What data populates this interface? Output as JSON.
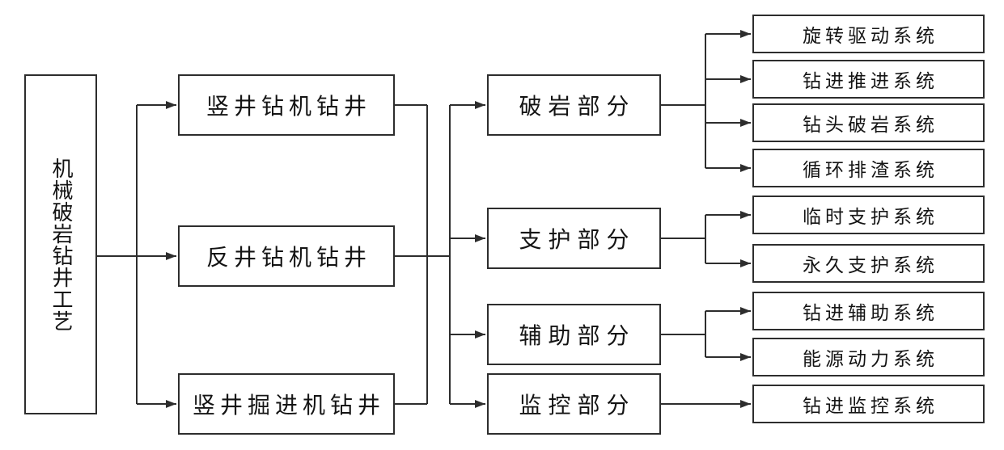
{
  "colors": {
    "line": "#2d2d2d",
    "text": "#141414",
    "bg": "#ffffff"
  },
  "diagram": {
    "type": "flowchart",
    "root": {
      "label": "机械破岩钻井工艺"
    },
    "methods": [
      {
        "label": "竖井钻机钻井"
      },
      {
        "label": "反井钻机钻井"
      },
      {
        "label": "竖井掘进机钻井"
      }
    ],
    "sections": [
      {
        "label": "破岩部分"
      },
      {
        "label": "支护部分"
      },
      {
        "label": "辅助部分"
      },
      {
        "label": "监控部分"
      }
    ],
    "systems": [
      {
        "label": "旋转驱动系统"
      },
      {
        "label": "钻进推进系统"
      },
      {
        "label": "钻头破岩系统"
      },
      {
        "label": "循环排渣系统"
      },
      {
        "label": "临时支护系统"
      },
      {
        "label": "永久支护系统"
      },
      {
        "label": "钻进辅助系统"
      },
      {
        "label": "能源动力系统"
      },
      {
        "label": "钻进监控系统"
      }
    ],
    "hierarchy": {
      "root_to": [
        "竖井钻机钻井",
        "反井钻机钻井",
        "竖井掘进机钻井"
      ],
      "methods_to_shared_bus_to": [
        "破岩部分",
        "支护部分",
        "辅助部分",
        "监控部分"
      ],
      "破岩部分": [
        "旋转驱动系统",
        "钻进推进系统",
        "钻头破岩系统",
        "循环排渣系统"
      ],
      "支护部分": [
        "临时支护系统",
        "永久支护系统"
      ],
      "辅助部分": [
        "钻进辅助系统",
        "能源动力系统"
      ],
      "监控部分": [
        "钻进监控系统"
      ]
    }
  }
}
